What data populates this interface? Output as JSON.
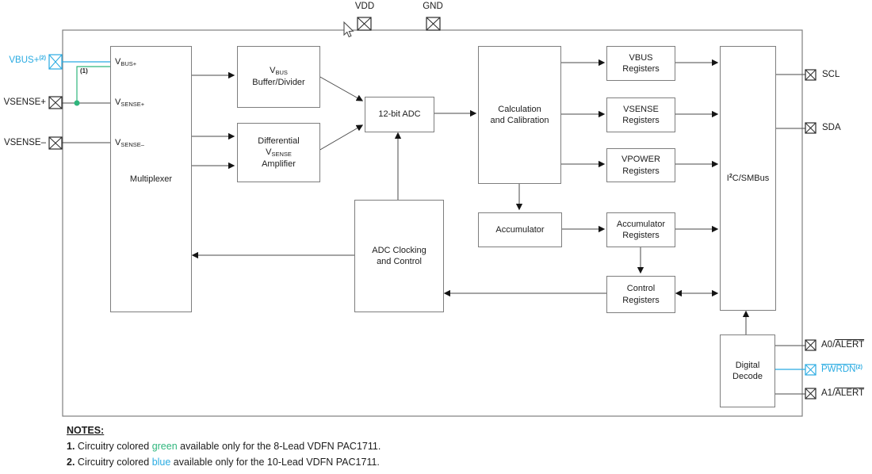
{
  "colors": {
    "wire_blue": "#29abe2",
    "wire_green": "#2fb67d",
    "line_gray": "#4a4a4a",
    "box_border": "#7e7e7e"
  },
  "pins": {
    "vdd": {
      "label": "VDD"
    },
    "gnd": {
      "label": "GND"
    },
    "vbus_plus": {
      "label": "VBUS+",
      "note_ref": "(2)"
    },
    "vsense_plus": {
      "label": "VSENSE+"
    },
    "vsense_minus": {
      "label": "VSENSE–"
    },
    "scl": {
      "label": "SCL"
    },
    "sda": {
      "label": "SDA"
    },
    "a0_alert": {
      "prefix": "A0/",
      "overline": "ALERT"
    },
    "pwrdn": {
      "overline": "PWRDN",
      "note_ref": "(2)"
    },
    "a1_alert": {
      "prefix": "A1/",
      "overline": "ALERT"
    }
  },
  "wire_labels": {
    "green_tie_note_ref": "(1)"
  },
  "blocks": {
    "multiplexer": {
      "label": "Multiplexer",
      "inputs": [
        {
          "main": "V",
          "sub": "BUS+"
        },
        {
          "main": "V",
          "sub": "SENSE+"
        },
        {
          "main": "V",
          "sub": "SENSE–"
        }
      ]
    },
    "vbus_buffer": {
      "line1_main": "V",
      "line1_sub": "BUS",
      "line2": "Buffer/Divider"
    },
    "diff_amp": {
      "line1": "Differential",
      "line2_main": "V",
      "line2_sub": "SENSE",
      "line3": "Amplifier"
    },
    "adc": {
      "label": "12-bit ADC"
    },
    "calc": {
      "line1": "Calculation",
      "line2": "and Calibration"
    },
    "adc_clocking": {
      "line1": "ADC Clocking",
      "line2": "and Control"
    },
    "accumulator": {
      "label": "Accumulator"
    },
    "vbus_registers": {
      "line1": "VBUS",
      "line2": "Registers"
    },
    "vsense_registers": {
      "line1": "VSENSE",
      "line2": "Registers"
    },
    "vpower_registers": {
      "line1": "VPOWER",
      "line2": "Registers"
    },
    "accumulator_registers": {
      "line1": "Accumulator",
      "line2": "Registers"
    },
    "control_registers": {
      "line1": "Control",
      "line2": "Registers"
    },
    "i2c_smbus": {
      "prefix": "I",
      "sup": "2",
      "suffix": "C/SMBus"
    },
    "digital_decode": {
      "line1": "Digital",
      "line2": "Decode"
    }
  },
  "notes": {
    "heading": "NOTES:",
    "items": [
      {
        "num": "1.",
        "pre": " Circuitry colored ",
        "colored_word": "green",
        "post": " available only for the 8-Lead VDFN PAC1711."
      },
      {
        "num": "2.",
        "pre": " Circuitry colored ",
        "colored_word": "blue",
        "post": " available only for the 10-Lead VDFN PAC1711."
      }
    ]
  }
}
